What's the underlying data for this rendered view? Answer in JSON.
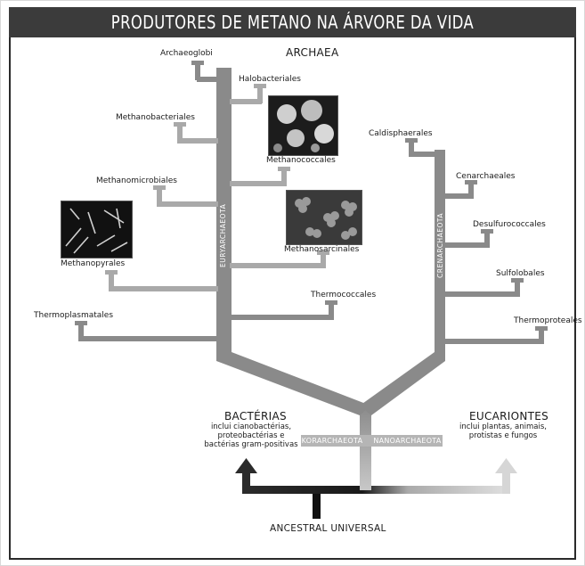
{
  "title": "PRODUTORES DE METANO NA ÁRVORE DA VIDA",
  "archaea_label": "ARCHAEA",
  "phyla": {
    "euryarchaeota": "EURYARCHAEOTA",
    "crenarchaeota": "CRENARCHAEOTA",
    "korarchaeota": "KORARCHAEOTA",
    "nanoarchaeota": "NANOARCHAEOTA"
  },
  "euryarchaeota_orders": {
    "archaeoglobi": "Archaeoglobi",
    "halobacteriales": "Halobacteriales",
    "methanobacteriales": "Methanobacteriales",
    "methanococcales": "Methanococcales",
    "methanomicrobiales": "Methanomicrobiales",
    "methanosarcinales": "Methanosarcinales",
    "methanopyrales": "Methanopyrales",
    "thermococcales": "Thermococcales",
    "thermoplasmatales": "Thermoplasmatales"
  },
  "crenarchaeota_orders": {
    "caldisphaerales": "Caldisphaerales",
    "cenarchaeales": "Cenarchaeales",
    "desulfurococcales": "Desulfurococcales",
    "sulfolobales": "Sulfolobales",
    "thermoproteales": "Thermoproteales"
  },
  "bacteria": {
    "title": "BACTÉRIAS",
    "line1": "inclui cianobactérias,",
    "line2": "proteobactérias e",
    "line3": "bactérias gram-positivas"
  },
  "eukaryotes": {
    "title": "EUCARIONTES",
    "line1": "inclui plantas, animais,",
    "line2": "protistas e fungos"
  },
  "root_label": "ANCESTRAL UNIVERSAL",
  "colors": {
    "title_bg": "#3b3b3b",
    "branch": "#8a8a8a",
    "methanogen_branch": "#a9a9a9",
    "bacteria_arrow": "#2b2b2b",
    "eukaryote_arrow": "#d6d6d6",
    "band": "#b5b5b5"
  }
}
